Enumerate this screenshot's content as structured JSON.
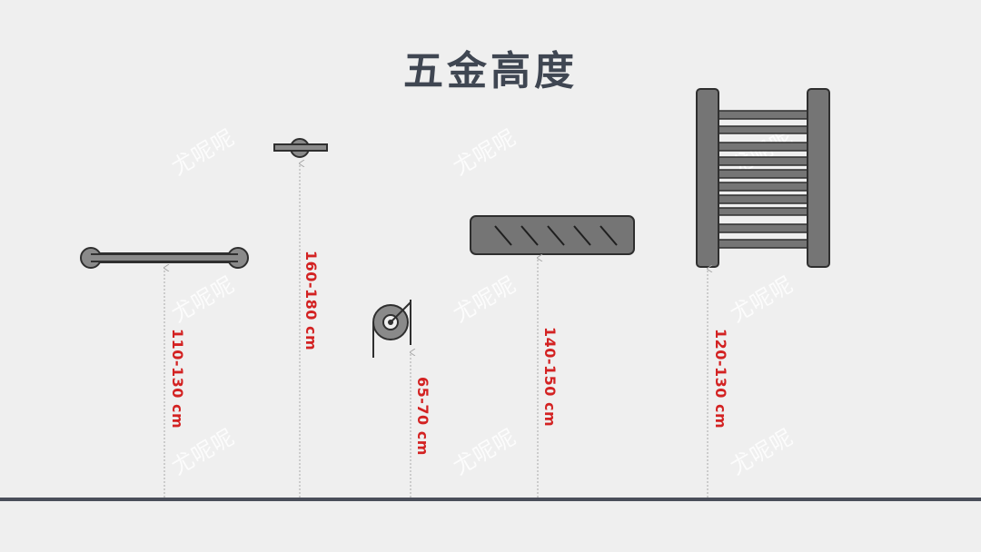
{
  "title": "五金高度",
  "watermark": "尤呢呢",
  "colors": {
    "background": "#efefef",
    "title": "#3f4652",
    "dimension_text": "#d32222",
    "fixture_fill": "#7a7a7a",
    "fixture_stroke": "#2f2f2f",
    "floor_line": "#4a4e5a",
    "guide_line": "#a8a8a8"
  },
  "fixtures": [
    {
      "name": "grab-bar",
      "height_label": "110-130 cm"
    },
    {
      "name": "shower-head",
      "height_label": "160-180 cm"
    },
    {
      "name": "toilet-paper-holder",
      "height_label": "65-70 cm"
    },
    {
      "name": "shelf",
      "height_label": "140-150 cm"
    },
    {
      "name": "towel-radiator",
      "height_label": "120-130 cm"
    }
  ]
}
